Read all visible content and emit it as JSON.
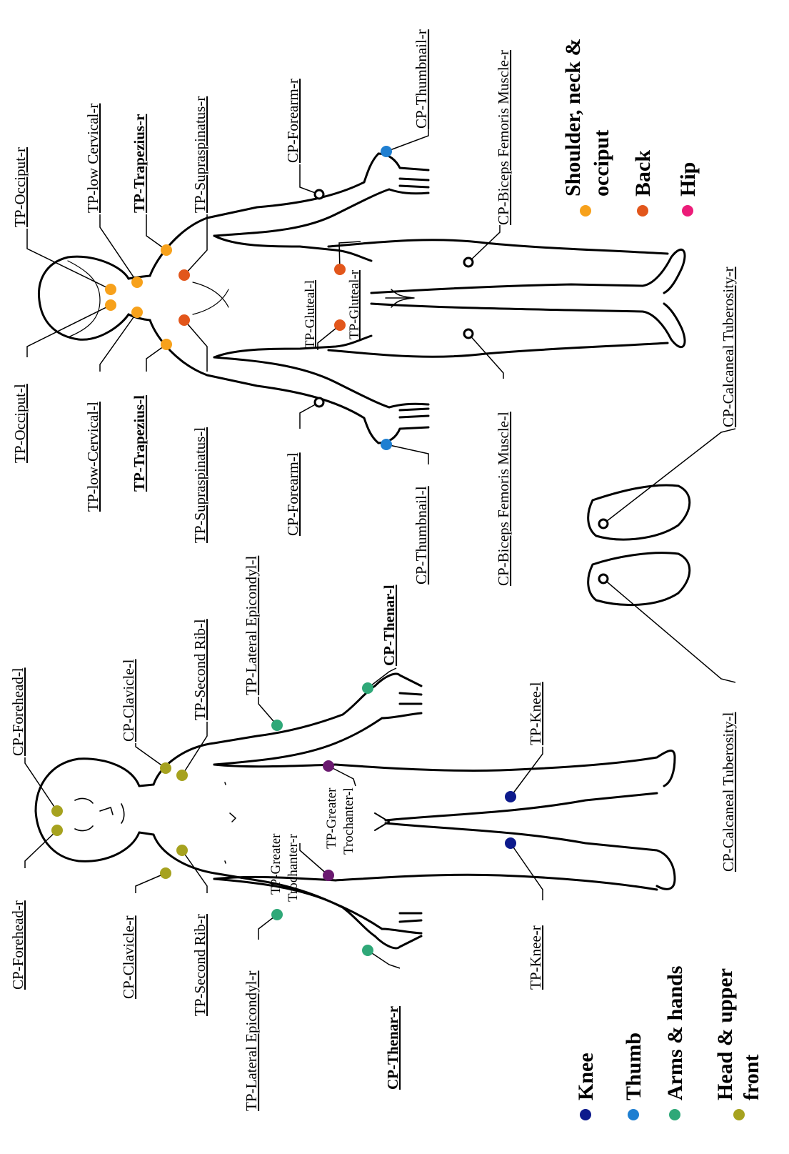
{
  "colors": {
    "shoulder": "#f7a11b",
    "back": "#e2561b",
    "hip": "#ec1c79",
    "knee": "#0d1a8c",
    "thumb": "#1f7fd1",
    "arms": "#2fa878",
    "head": "#a6a21f",
    "trochanter": "#6b1a70",
    "control": "#ffffff",
    "ink": "#000000"
  },
  "legend_top": [
    {
      "color_key": "shoulder",
      "label": "Shoulder, neck &",
      "label2": "occiput"
    },
    {
      "color_key": "back",
      "label": "Back"
    },
    {
      "color_key": "hip",
      "label": "Hip"
    }
  ],
  "legend_bottom": [
    {
      "color_key": "knee",
      "label": "Knee"
    },
    {
      "color_key": "thumb",
      "label": "Thumb"
    },
    {
      "color_key": "arms",
      "label": "Arms & hands"
    },
    {
      "color_key": "head",
      "label": "Head & upper",
      "label2": "front"
    }
  ],
  "back_labels": {
    "occiput_r": "TP-Occiput-r",
    "low_cervical_r": "TP-low Cervical-r",
    "trapezius_r": "TP-Trapezius-r",
    "supraspinatus_r": "TP-Supraspinatus-r",
    "forearm_r": "CP-Forearm-r",
    "thumbnail_r": "CP-Thumbnail-r",
    "biceps_r": "CP-Biceps Femoris Muscle-r",
    "gluteal_l": "TP-Gluteal-l",
    "gluteal_r": "TP-Gluteal-r",
    "calcaneal_r": "CP-Calcaneal Tuberosity-r",
    "occiput_l": "TP-Occiput-l",
    "low_cervical_l": "TP-low-Cervical-l",
    "trapezius_l": "TP-Trapezius-l",
    "supraspinatus_l": "TP-Supraspinatus-l",
    "forearm_l": "CP-Forearm-l",
    "thumbnail_l": "CP-Thumbnail-l",
    "biceps_l": "CP-Biceps Femoris Muscle-l"
  },
  "front_labels": {
    "forehead_l": "CP-Forehead-l",
    "clavicle_l": "CP-Clavicle-l",
    "second_rib_l": "TP-Second Rib-l",
    "lateral_epi_l": "TP-Lateral Epicondyl-l",
    "thenar_l": "CP-Thenar-l",
    "knee_l": "TP-Knee-l",
    "troch_r_line1": "TP-Greater",
    "troch_r_line2": "Trochanter-r",
    "troch_l_line1": "TP-Greater",
    "troch_l_line2": "Trochanter-l",
    "forehead_r": "CP-Forehead-r",
    "clavicle_r": "CP-Clavicle-r",
    "second_rib_r": "TP-Second Rib-r",
    "lateral_epi_r": "TP-Lateral Epicondyl-r",
    "thenar_r": "CP-Thenar-r",
    "knee_r": "TP-Knee-r",
    "calcaneal_l": "CP-Calcaneal Tuberosity-l"
  }
}
